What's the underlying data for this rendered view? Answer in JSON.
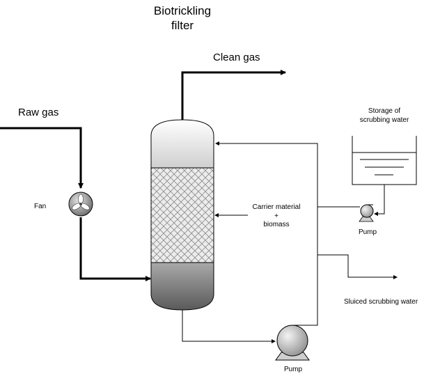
{
  "title": {
    "line1": "Biotrickling",
    "line2": "filter"
  },
  "labels": {
    "raw_gas": "Raw gas",
    "clean_gas": "Clean gas",
    "fan": "Fan",
    "storage_line1": "Storage of",
    "storage_line2": "scrubbing water",
    "carrier_line1": "Carrier material",
    "carrier_line2": "+",
    "carrier_line3": "biomass",
    "pump_top": "Pump",
    "pump_bottom": "Pump",
    "sluiced": "Sluiced scrubbing water"
  },
  "icons": {
    "fan": "fan-icon",
    "pump_small": "pump-icon",
    "pump_large": "pump-icon",
    "storage_tank": "tank-icon",
    "column": "column-icon"
  },
  "colors": {
    "line": "#000000",
    "column_top_light": "#ffffff",
    "column_top_dark": "#cfcfcf",
    "packing_bg": "#ececec",
    "packing_mesh": "#8a8a8a",
    "column_bottom_light": "#a9a9a9",
    "column_bottom_dark": "#5a5a5a",
    "pump_light": "#f4f4f4",
    "pump_dark": "#8c8c8c",
    "fan_light": "#e4e4e4",
    "fan_dark": "#6a6a6a"
  }
}
